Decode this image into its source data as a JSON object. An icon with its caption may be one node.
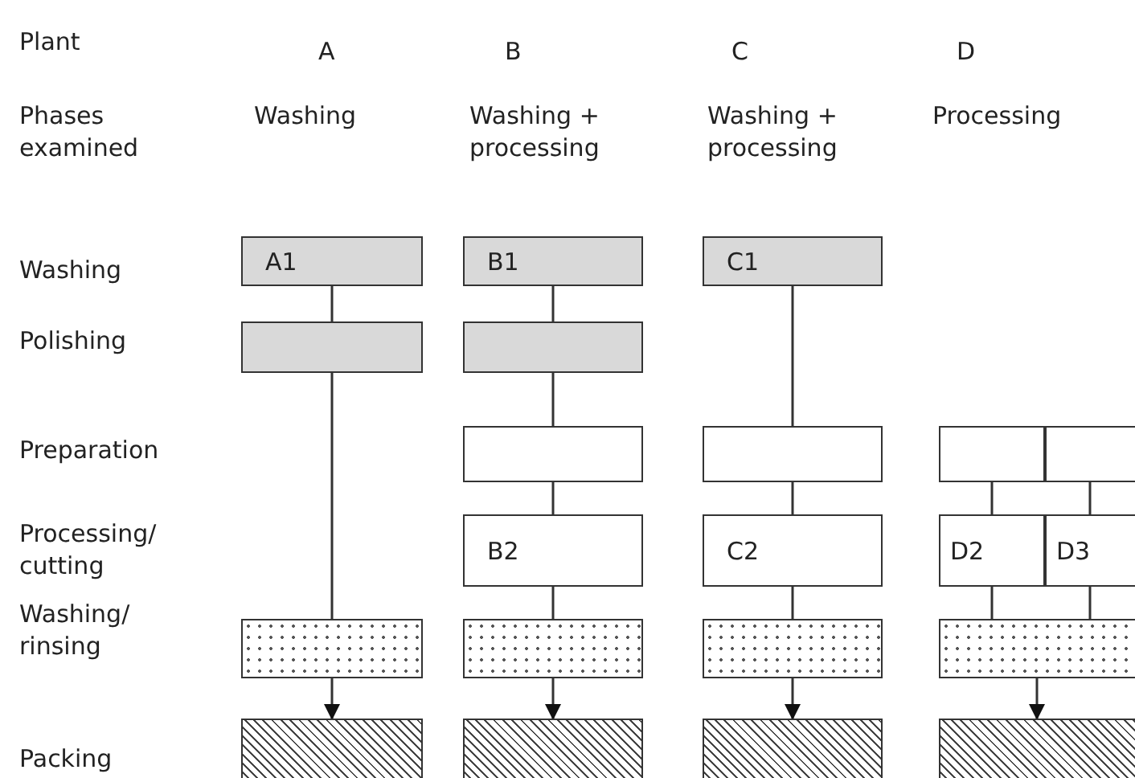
{
  "diagram": {
    "nodes": [
      {
        "text": [
          "A1"
        ]
      },
      {
        "text": [
          "B1"
        ]
      },
      {
        "text": [
          "C1"
        ]
      },
      {
        "text": [],
        "shape": "box"
      },
      {
        "text": [],
        "shape": "box"
      },
      {
        "text": [],
        "shape": "box"
      },
      {
        "text": [],
        "shape": "box"
      },
      {
        "text": [],
        "shape": "box"
      },
      {
        "text": [],
        "shape": "box"
      },
      {
        "text": [
          "B2"
        ]
      },
      {
        "text": [
          "C2"
        ]
      },
      {
        "text": [
          "D2"
        ]
      },
      {
        "text": [
          "D3"
        ]
      },
      {
        "text": [],
        "shape": "box"
      },
      {
        "text": [],
        "shape": "box"
      },
      {
        "text": [],
        "shape": "box"
      },
      {
        "text": [],
        "shape": "box"
      },
      {
        "text": [],
        "shape": "box"
      },
      {
        "text": [],
        "shape": "box"
      },
      {
        "text": [],
        "shape": "box"
      },
      {
        "text": [],
        "shape": "box"
      }
    ],
    "edges": [
      {
        "from": 0,
        "to": 3,
        "arrow": "none"
      },
      {
        "from": 3,
        "to": 13,
        "arrow": "none"
      },
      {
        "from": 13,
        "to": 17,
        "arrow": "to"
      },
      {
        "from": 1,
        "to": 4,
        "arrow": "none"
      },
      {
        "from": 4,
        "to": 5,
        "arrow": "none"
      },
      {
        "from": 5,
        "to": 9,
        "arrow": "none"
      },
      {
        "from": 9,
        "to": 14,
        "arrow": "none"
      },
      {
        "from": 14,
        "to": 18,
        "arrow": "to"
      },
      {
        "from": 2,
        "to": 6,
        "arrow": "none"
      },
      {
        "from": 6,
        "to": 10,
        "arrow": "none"
      },
      {
        "from": 10,
        "to": 15,
        "arrow": "none"
      },
      {
        "from": 15,
        "to": 19,
        "arrow": "to"
      },
      {
        "from": 7,
        "to": 11,
        "arrow": "none"
      },
      {
        "from": 8,
        "to": 12,
        "arrow": "none"
      },
      {
        "from": 11,
        "to": 16,
        "arrow": "none"
      },
      {
        "from": 12,
        "to": 16,
        "arrow": "none"
      },
      {
        "from": 16,
        "to": 20,
        "arrow": "to"
      }
    ],
    "labels": [
      "Plant",
      "A",
      "B",
      "C",
      "D",
      "Phases examined",
      "Washing",
      "Washing + processing",
      "Washing + processing",
      "Processing",
      "Washing",
      "Polishing",
      "Preparation",
      "Processing/ cutting",
      "Washing/ rinsing",
      "Packing"
    ]
  }
}
